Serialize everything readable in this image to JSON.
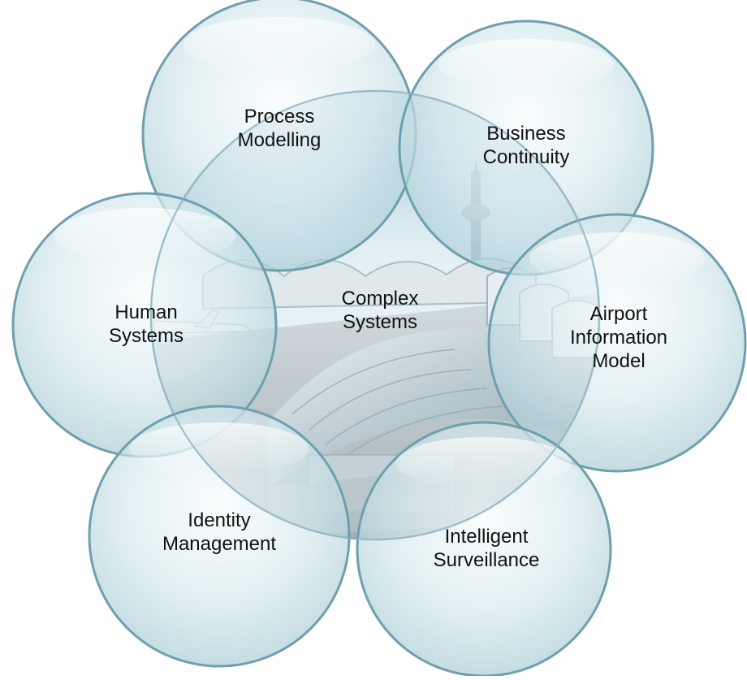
{
  "diagram": {
    "center": {
      "name": "complex-systems",
      "lines": [
        "Complex",
        "Systems"
      ]
    },
    "nodes": [
      {
        "name": "process-modelling",
        "lines": [
          "Process",
          "Modelling"
        ]
      },
      {
        "name": "business-continuity",
        "lines": [
          "Business",
          "Continuity"
        ]
      },
      {
        "name": "airport-information-model",
        "lines": [
          "Airport",
          "Information",
          "Model"
        ]
      },
      {
        "name": "intelligent-surveillance",
        "lines": [
          "Intelligent",
          "Surveillance"
        ]
      },
      {
        "name": "identity-management",
        "lines": [
          "Identity",
          "Management"
        ]
      },
      {
        "name": "human-systems",
        "lines": [
          "Human",
          "Systems"
        ]
      }
    ],
    "colors": {
      "bubble_rim": "#6f9fae",
      "bubble_fill_light": "#f3fafb",
      "bubble_fill_dark": "#b2d3da",
      "sky": "#dfeef4",
      "roof": "#9fb4bd",
      "text": "#111111"
    }
  }
}
